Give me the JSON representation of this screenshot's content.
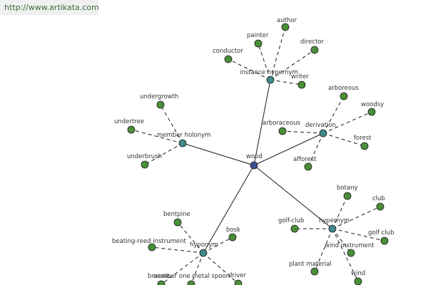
{
  "url": "http://www.artikata.com",
  "colors": {
    "root": "#3b4f8c",
    "hub": "#3f8a8a",
    "leaf": "#4a8f3a",
    "stroke": "#1a1a1a"
  },
  "root": {
    "id": "wood",
    "label": "wood"
  },
  "hubs": [
    {
      "id": "instance-hypernym",
      "label": "instance hypernym",
      "leaves": [
        "author",
        "painter",
        "director",
        "conductor",
        "writer"
      ]
    },
    {
      "id": "derivation",
      "label": "derivation",
      "leaves": [
        "arboreous",
        "woodsy",
        "arboraceous",
        "forest",
        "afforest"
      ]
    },
    {
      "id": "member-holonym",
      "label": "member holonym",
      "leaves": [
        "undergrowth",
        "undertree",
        "underbrush"
      ]
    },
    {
      "id": "hypernym",
      "label": "hypernym",
      "leaves": [
        "botany",
        "club",
        "golf-club",
        "golf club",
        "wind instrument",
        "plant material",
        "wind"
      ]
    },
    {
      "id": "hyponym",
      "label": "hyponym",
      "leaves": [
        "bentpine",
        "bosk",
        "beating-reed instrument",
        "brassie",
        "number one metal spoon",
        "driver"
      ]
    }
  ]
}
